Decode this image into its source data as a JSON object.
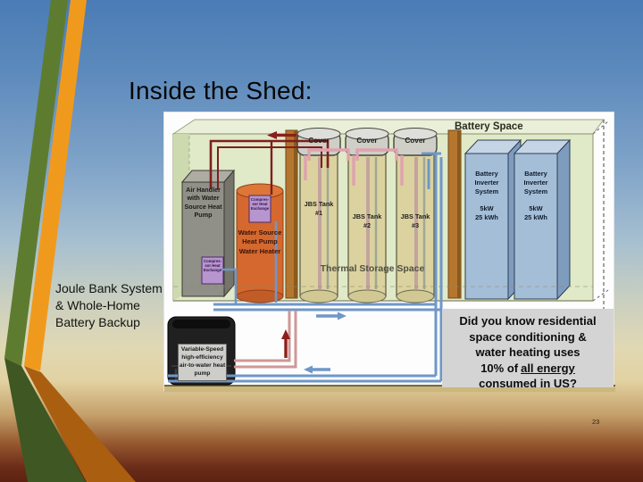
{
  "slide": {
    "title": "Inside the Shed:",
    "caption": "Joule Bank System & Whole-Home Battery Backup",
    "page_number": "23"
  },
  "diagram": {
    "room": {
      "battery_space_label": "Battery Space",
      "thermal_storage_label": "Thermal Storage Space"
    },
    "air_handler": {
      "label": "Air Handler with Water Source Heat Pump",
      "compressor_label": "Compres-sor Heat Exchange"
    },
    "water_heater": {
      "label": "Water Source Heat Pump Water Heater",
      "compressor_label": "Compres-sor Heat Exchange"
    },
    "tanks": [
      {
        "cover_label": "Cover",
        "label": "JBS Tank #1"
      },
      {
        "cover_label": "Cover",
        "label": "JBS Tank #2"
      },
      {
        "cover_label": "Cover",
        "label": "JBS Tank #3"
      }
    ],
    "inverters": [
      {
        "name": "Battery Inverter System",
        "power": "5kW",
        "capacity": "25 kWh"
      },
      {
        "name": "Battery Inverter System",
        "power": "5kW",
        "capacity": "25 kWh"
      }
    ],
    "outdoor_unit": {
      "label": "Variable-Speed high-efficiency air-to-water heat pump"
    },
    "fact_box": {
      "line1": "Did you know residential",
      "line2": "space conditioning &",
      "line3": "water heating uses",
      "line4_prefix": "10% of",
      "line4_underline": "all energy",
      "line5": "consumed in US?"
    }
  },
  "colors": {
    "sky_top": "#4a7cb5",
    "ground_bottom": "#5d2212",
    "ribbon_green": "#5e7c30",
    "ribbon_orange": "#f09a1d",
    "ribbon_green_dark": "#3f5722",
    "ribbon_orange_dark": "#aa5f10",
    "room_wall": "#e0e9c8",
    "tank_fill": "#dbd29f",
    "cover_fill": "#cfcfc7",
    "inverter_fill": "#a5bed8",
    "heater_fill": "#d4682e",
    "compressor_fill": "#b795cf",
    "wood_post": "#b5762f",
    "hot_pipe": "#7e1f1c",
    "cold_pipe": "#6f97c8",
    "fact_box_bg": "#d4d4d4"
  }
}
